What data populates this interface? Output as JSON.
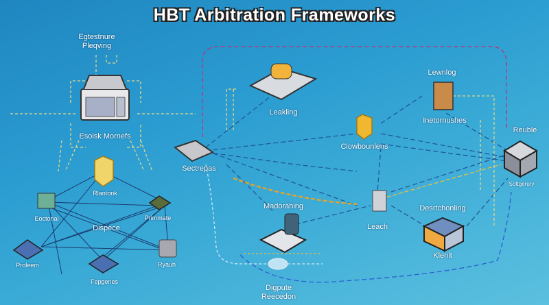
{
  "title": "HBT Arbitration Frameworks",
  "nodes": {
    "top_left": "Egtestnure Pleqving",
    "laptop": "Esoisk Mornefs",
    "rlantonk": "Rlantonk",
    "eoctonal": "Eoctonal",
    "primmate": "Primmate",
    "dispece": "Dispece",
    "proleem": "Proleem",
    "ryauh": "Ryauh",
    "fepgenes": "Fepgenes",
    "sectrepas": "Sectrepas",
    "leakling": "Leakling",
    "clowbounlens": "Clowbounlens",
    "lewnlog": "Lewnlog",
    "inetornushes": "Inetornushes",
    "reuble": "Reuble",
    "sottgerury": "Sottgerury",
    "madorahing": "Madorahing",
    "leach": "Leach",
    "desrtchonling": "Desrtchonling",
    "klenit": "Klenit",
    "dispute_recedon": "Digpute Reecedon"
  }
}
